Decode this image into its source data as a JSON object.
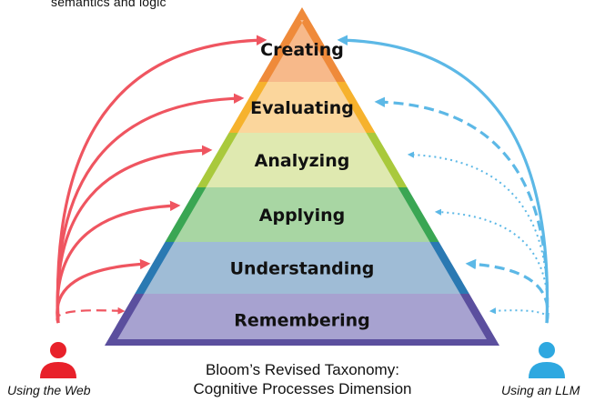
{
  "top_caption": "semantics and logic",
  "title_line1": "Bloom’s Revised Taxonomy:",
  "title_line2": "Cognitive Processes Dimension",
  "left_user": {
    "label": "Using the Web",
    "icon": "person-icon",
    "color": "#e8212a"
  },
  "right_user": {
    "label": "Using an LLM",
    "icon": "person-icon",
    "color": "#2ea8e0"
  },
  "arrow_colors": {
    "web": "#ef5560",
    "llm": "#5cb8e6"
  },
  "levels": [
    {
      "label": "Creating",
      "fill": "#f7b98a",
      "edge": "#ef8a3a",
      "web_arrow": "solid",
      "llm_arrow": "solid"
    },
    {
      "label": "Evaluating",
      "fill": "#fbd69c",
      "edge": "#f6b22d",
      "web_arrow": "solid",
      "llm_arrow": "dashed"
    },
    {
      "label": "Analyzing",
      "fill": "#dfe9b0",
      "edge": "#a9c93c",
      "web_arrow": "solid",
      "llm_arrow": "dotted"
    },
    {
      "label": "Applying",
      "fill": "#a8d6a3",
      "edge": "#3aa653",
      "web_arrow": "solid",
      "llm_arrow": "dotted"
    },
    {
      "label": "Understanding",
      "fill": "#9fbcd6",
      "edge": "#2a79b2",
      "web_arrow": "solid",
      "llm_arrow": "dashed"
    },
    {
      "label": "Remembering",
      "fill": "#a7a2d0",
      "edge": "#5b4f9e",
      "web_arrow": "dashed",
      "llm_arrow": "dotted"
    }
  ]
}
